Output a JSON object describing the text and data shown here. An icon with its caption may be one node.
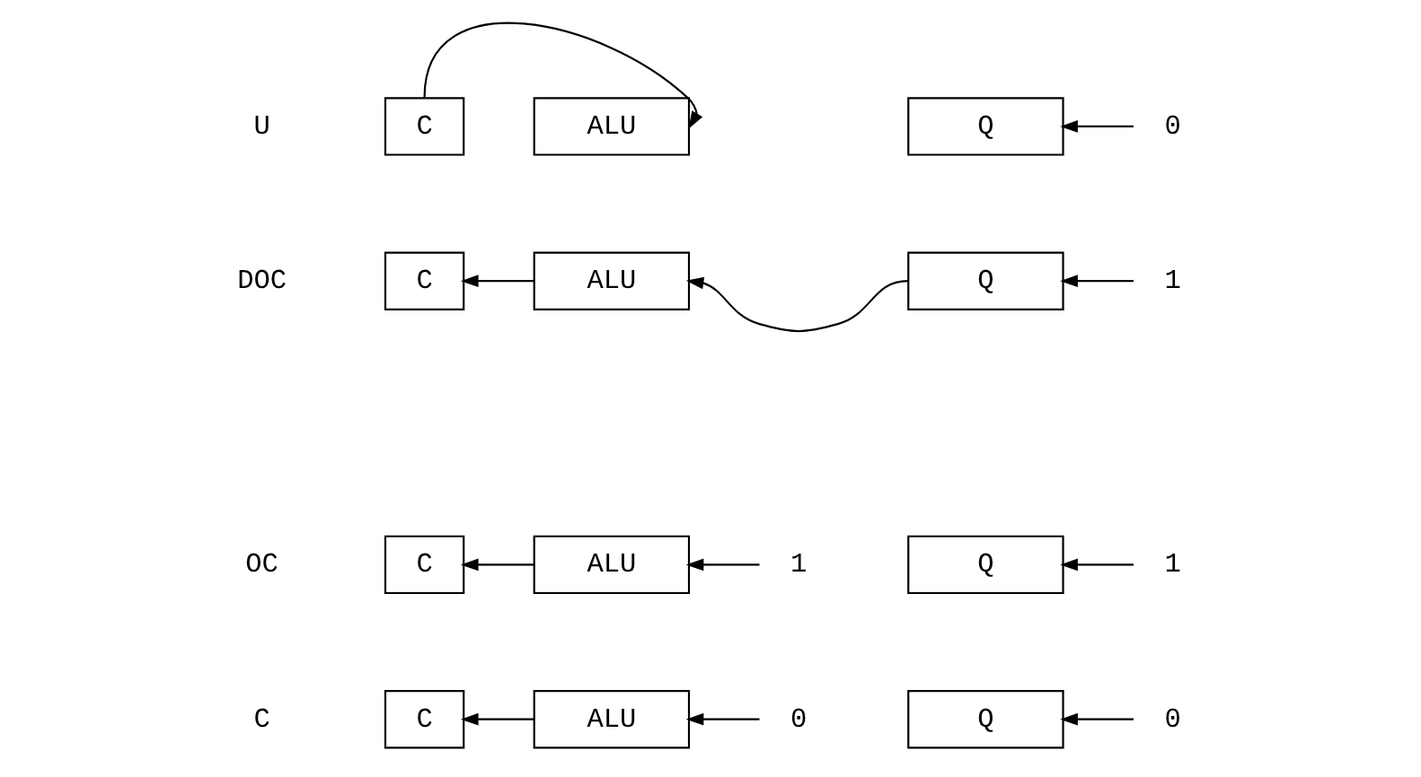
{
  "diagram": {
    "nodes": [
      {
        "text": [
          "C"
        ]
      },
      {
        "text": [
          "ALU"
        ]
      },
      {
        "text": [
          "0"
        ]
      },
      {
        "text": [
          "Q"
        ]
      },
      {
        "text": [
          "0"
        ]
      },
      {
        "text": [
          "C"
        ]
      },
      {
        "text": [
          "ALU"
        ]
      },
      {
        "text": [
          "1"
        ]
      },
      {
        "text": [
          "Q"
        ]
      },
      {
        "text": [
          "1"
        ]
      },
      {
        "text": [
          "C"
        ]
      },
      {
        "text": [
          "ALU"
        ]
      },
      {
        "text": [
          "Q"
        ]
      },
      {
        "text": [
          "1"
        ]
      },
      {
        "text": [
          "C"
        ]
      },
      {
        "text": [
          "ALU"
        ]
      },
      {
        "text": [
          "Q"
        ]
      },
      {
        "text": [
          "0"
        ]
      }
    ],
    "edges": [
      {
        "from": 1,
        "to": 0,
        "arrow": "to"
      },
      {
        "from": 2,
        "to": 1,
        "arrow": "to"
      },
      {
        "from": 4,
        "to": 3,
        "arrow": "to"
      },
      {
        "from": 6,
        "to": 5,
        "arrow": "to"
      },
      {
        "from": 7,
        "to": 6,
        "arrow": "to"
      },
      {
        "from": 9,
        "to": 8,
        "arrow": "to"
      },
      {
        "from": 11,
        "to": 10,
        "arrow": "to"
      },
      {
        "from": 12,
        "to": 11,
        "arrow": "to"
      },
      {
        "from": 13,
        "to": 12,
        "arrow": "to"
      },
      {
        "from": 14,
        "to": 15,
        "arrow": "to"
      },
      {
        "from": 17,
        "to": 16,
        "arrow": "to"
      }
    ],
    "labels": [
      "C",
      "OC",
      "DOC",
      "U"
    ]
  }
}
